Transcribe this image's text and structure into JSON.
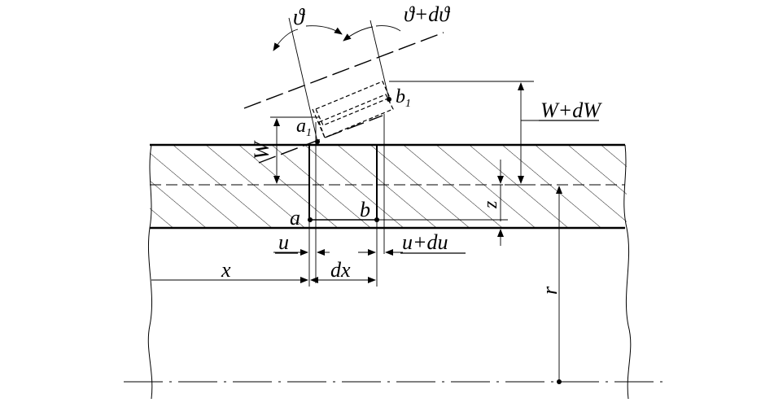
{
  "labels": {
    "theta": "ϑ",
    "theta_plus_dtheta": "ϑ+dϑ",
    "b1_base": "b",
    "b1_sub": "1",
    "a1_base": "a",
    "a1_sub": "1",
    "W": "W",
    "W_plus_dW": "W+dW",
    "z": "z",
    "a": "a",
    "b": "b",
    "u": "u",
    "u_plus_du": "u+du",
    "x": "x",
    "dx": "dx",
    "r": "r"
  },
  "colors": {
    "ink": "#000000",
    "background": "#ffffff"
  }
}
